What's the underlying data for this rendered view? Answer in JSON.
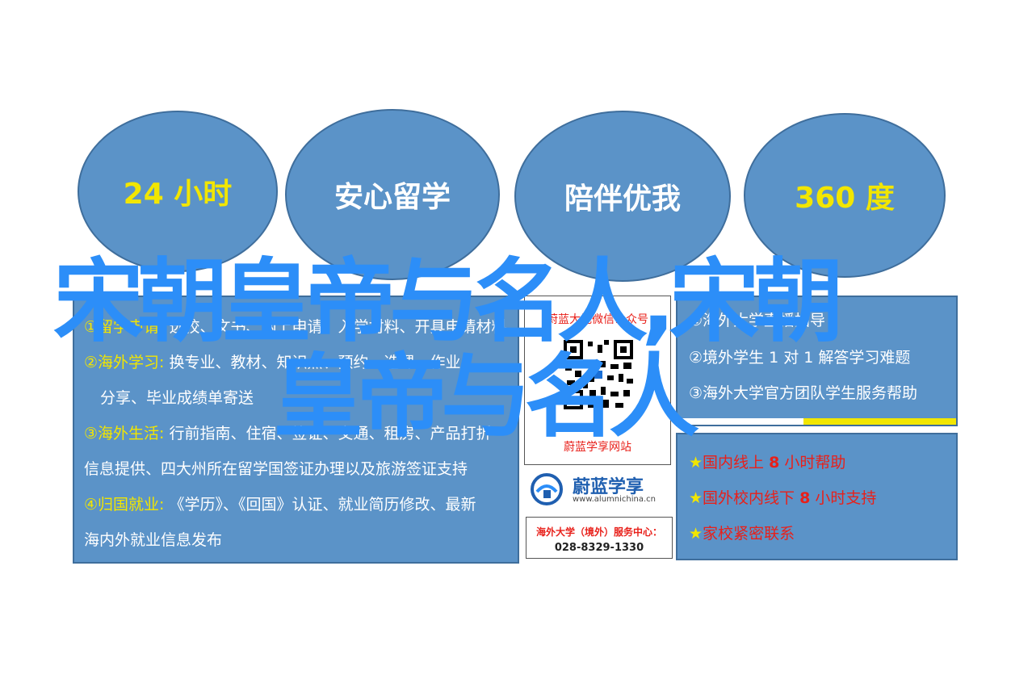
{
  "colors": {
    "panel_blue": "#5b93c8",
    "overlay_blue": "#2c8ef8",
    "yellow": "#f2e600",
    "red": "#e8201a"
  },
  "circles": [
    {
      "label": "24 小时",
      "color": "#f2e600"
    },
    {
      "label": "安心留学",
      "color": "#ffffff"
    },
    {
      "label": "陪伴优我",
      "color": "#ffffff"
    },
    {
      "label": "360 度",
      "color": "#f2e600"
    }
  ],
  "left_panel": {
    "lines": [
      {
        "prefix": "①留学申请:",
        "text": " 选校、文书、网上申请、入学材料、开具申请材料"
      },
      {
        "prefix": "②海外学习:",
        "text": " 换专业、教材、知识点、预约、选课、作业"
      },
      {
        "prefix": "",
        "text": "分享、毕业成绩单寄送"
      },
      {
        "prefix": "③海外生活:",
        "text": " 行前指南、住宿、签证、交通、租房、产品打折"
      },
      {
        "prefix": "",
        "text": "信息提供、四大州所在留学国签证办理以及旅游签证支持"
      },
      {
        "prefix": "④归国就业:",
        "text": " 《学历》、《回国》认证、就业简历修改、最新"
      },
      {
        "prefix": "",
        "text": "海内外就业信息发布"
      }
    ]
  },
  "middle": {
    "wechat_label": "蔚蓝大地微信公众号",
    "site_label": "蔚蓝学享网站",
    "logo_name": "蔚蓝学享",
    "logo_url": "www.alumnichina.cn",
    "service_center": "海外大学（境外）服务中心：",
    "phone": "028-8329-1330"
  },
  "right_panel": {
    "top_lines": [
      "①海外大学直播指导",
      "②境外学生 1 对 1 解答学习难题",
      "③海外大学官方团队学生服务帮助"
    ],
    "stars": [
      {
        "before": "国内线上 ",
        "num": "8",
        "after": " 小时帮助"
      },
      {
        "before": "国外校内线下 ",
        "num": "8",
        "after": " 小时支持"
      },
      {
        "before": "家校",
        "num": "",
        "after": "紧密联系"
      }
    ]
  },
  "overlay": {
    "line1": "宋朝皇帝与名人,宋朝",
    "line2": "皇帝与名人"
  }
}
